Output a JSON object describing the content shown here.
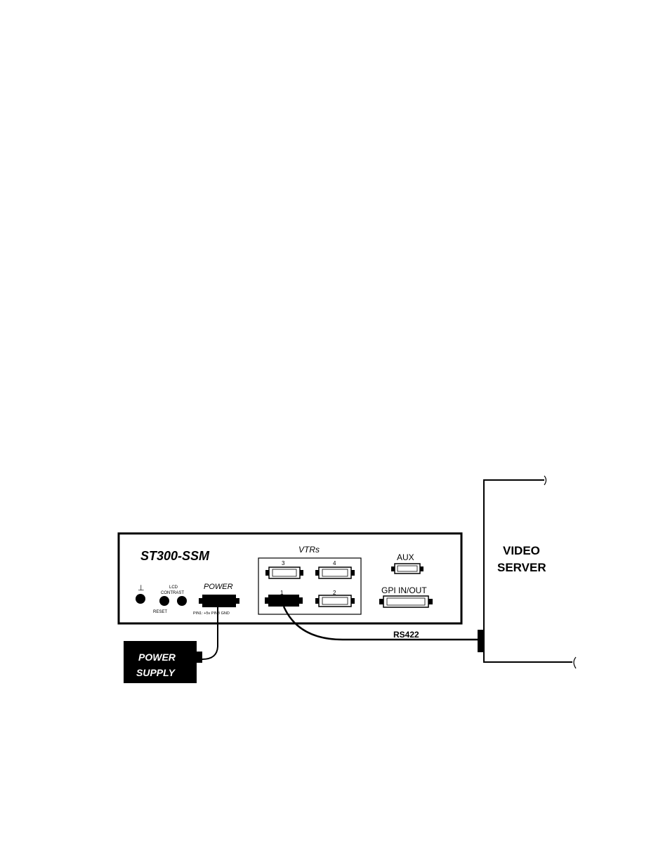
{
  "device": {
    "model": "ST300-SSM",
    "ground_symbol": "⊥",
    "lcd_contrast_label": "LCD\nCONTRAST",
    "reset_label": "RESET",
    "power_label": "POWER",
    "power_pins_label": "PIN1: +5v PIN3 GND",
    "vtrs_label": "VTRs",
    "vtr_ports": [
      "3",
      "4",
      "1",
      "2"
    ],
    "aux_label": "AUX",
    "gpi_label": "GPI IN/OUT"
  },
  "power_supply": {
    "line1": "POWER",
    "line2": "SUPPLY"
  },
  "cable": {
    "label": "RS422"
  },
  "server": {
    "line1": "VIDEO",
    "line2": "SERVER"
  },
  "colors": {
    "ink": "#000000",
    "paper": "#ffffff"
  }
}
